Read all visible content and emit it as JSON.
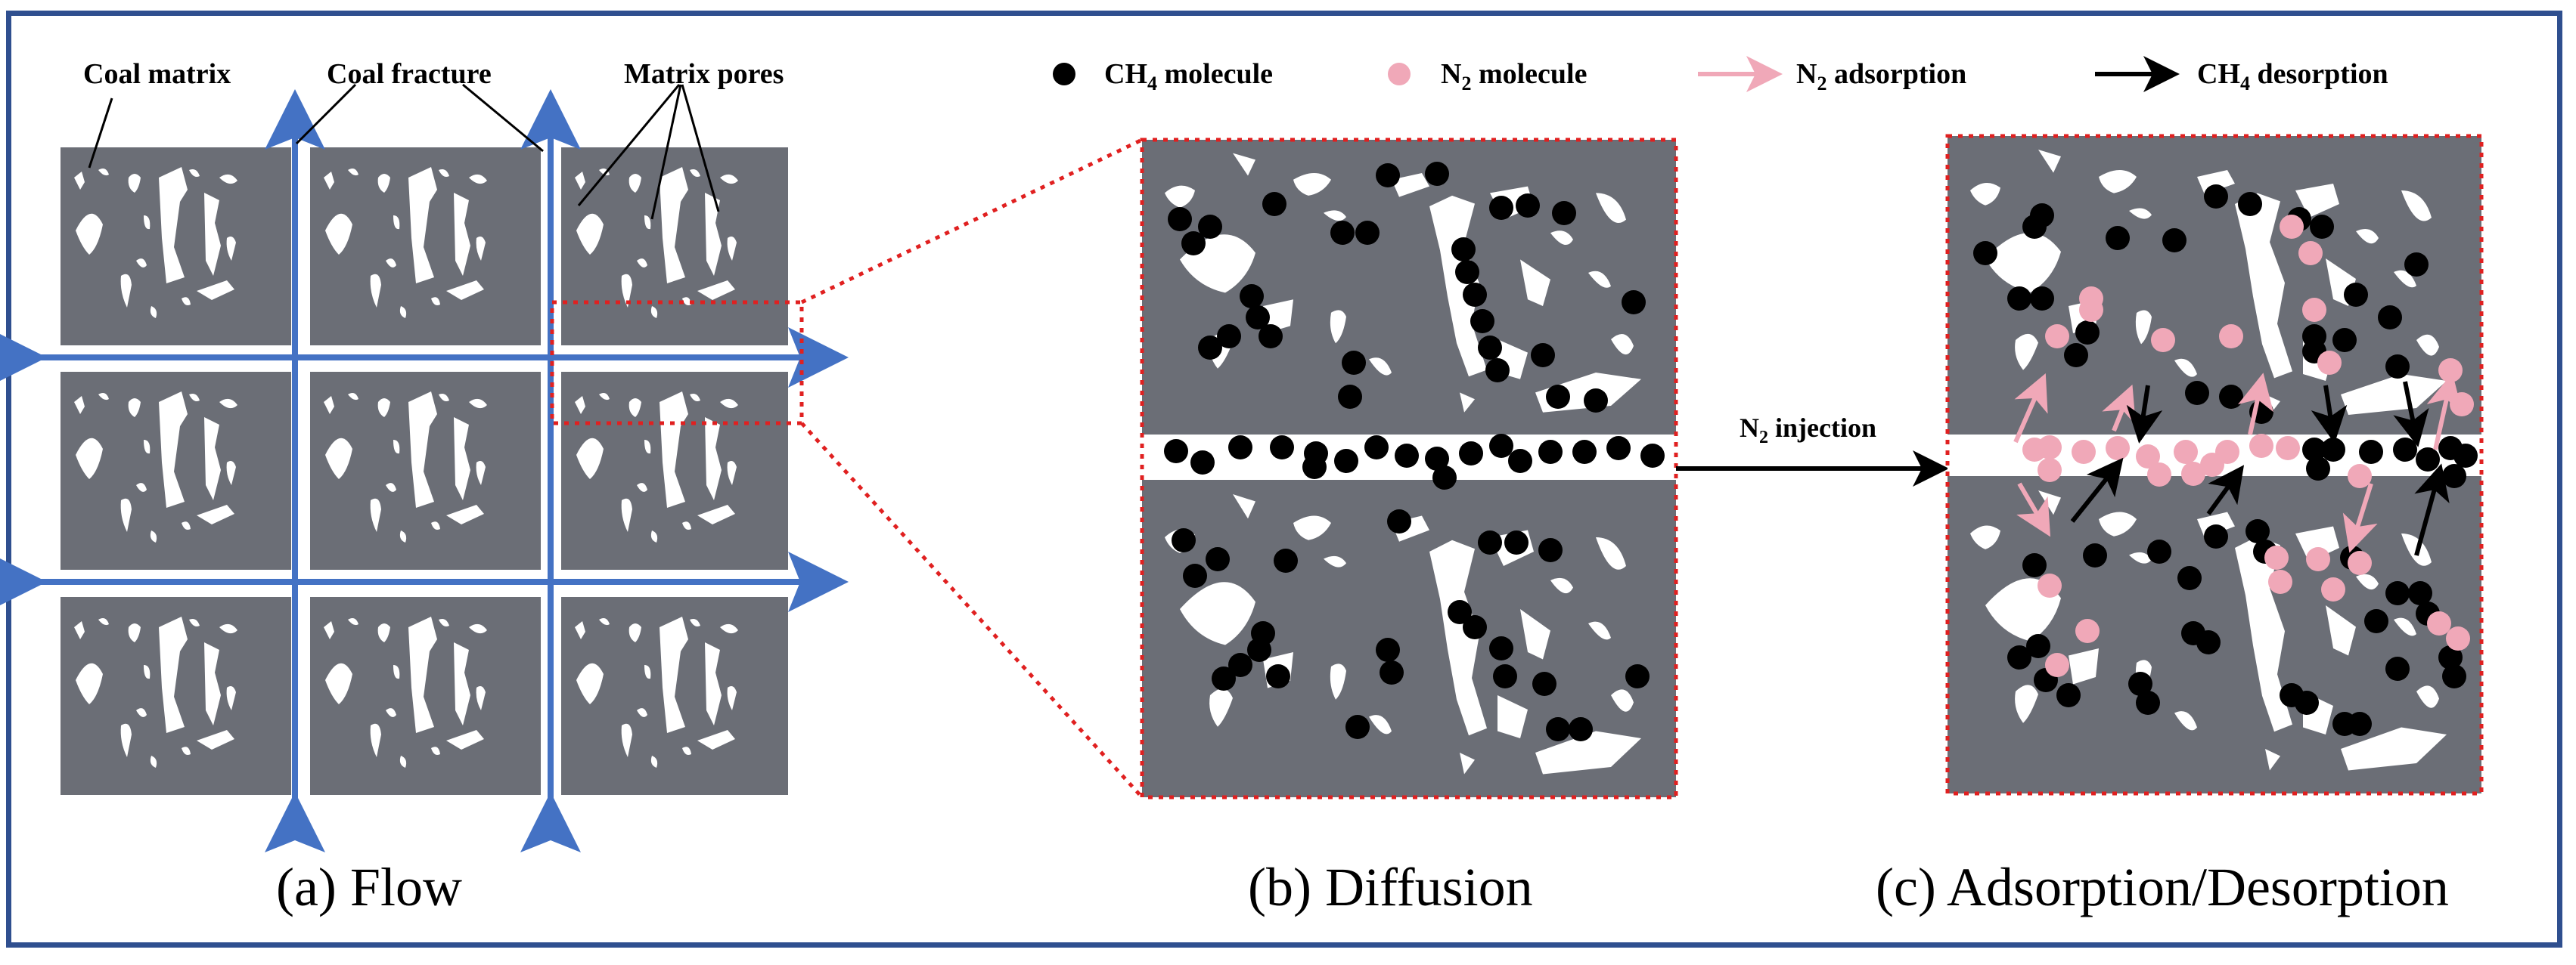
{
  "panel_a": {
    "caption": "(a) Flow",
    "labels": {
      "coal_matrix": "Coal matrix",
      "coal_fracture": "Coal fracture",
      "matrix_pores": "Matrix pores"
    }
  },
  "panel_b": {
    "caption": "(b) Diffusion"
  },
  "panel_c": {
    "caption": "(c) Adsorption/Desorption"
  },
  "legend": {
    "ch4_prefix": "CH",
    "ch4_sub": "4",
    "ch4_suffix": " molecule",
    "n2_prefix": "N",
    "n2_sub": "2",
    "n2_suffix": " molecule",
    "n2ads_prefix": "N",
    "n2ads_sub": "2",
    "n2ads_suffix": " adsorption",
    "ch4des_prefix": "CH",
    "ch4des_sub": "4",
    "ch4des_suffix": " desorption"
  },
  "injection": {
    "prefix": "N",
    "sub": "2",
    "suffix": " injection"
  },
  "colors": {
    "matrix": "#6b6e76",
    "fracture_arrow": "#4472c4",
    "ch4": "#000000",
    "n2": "#f0a8b8",
    "zoom_line": "#e02020",
    "frame": "#2f4f8f"
  }
}
